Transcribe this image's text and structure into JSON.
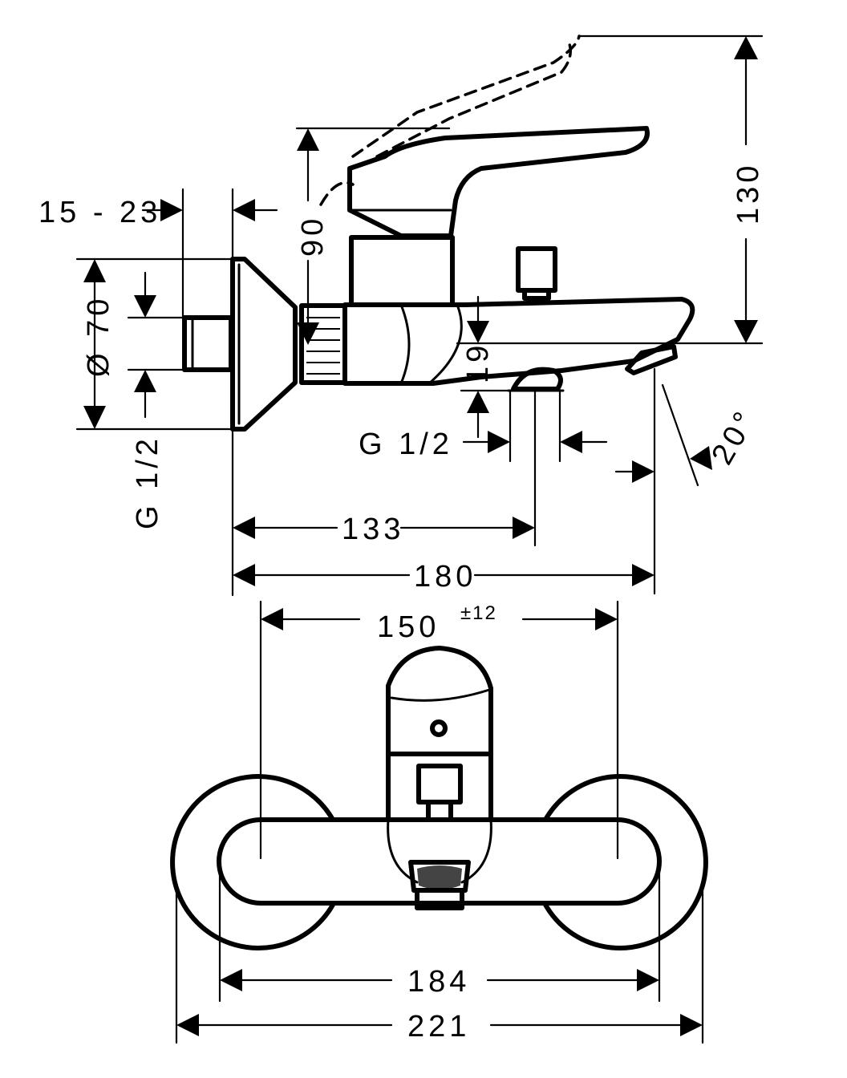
{
  "side_view": {
    "dim_wall_depth": "15 - 23",
    "dim_height_lever": "90",
    "dim_height_total": "130",
    "dim_outlet_diameter_label": "Ø 70",
    "dim_thread_left": "G 1/2",
    "dim_spout_height": "19",
    "dim_thread_spout": "G 1/2",
    "dim_angle": "20°",
    "dim_spout_reach_center": "133",
    "dim_spout_reach_total": "180"
  },
  "front_view": {
    "dim_center_distance": "150",
    "dim_center_tolerance": "±12",
    "dim_body_width": "184",
    "dim_total_width": "221"
  }
}
